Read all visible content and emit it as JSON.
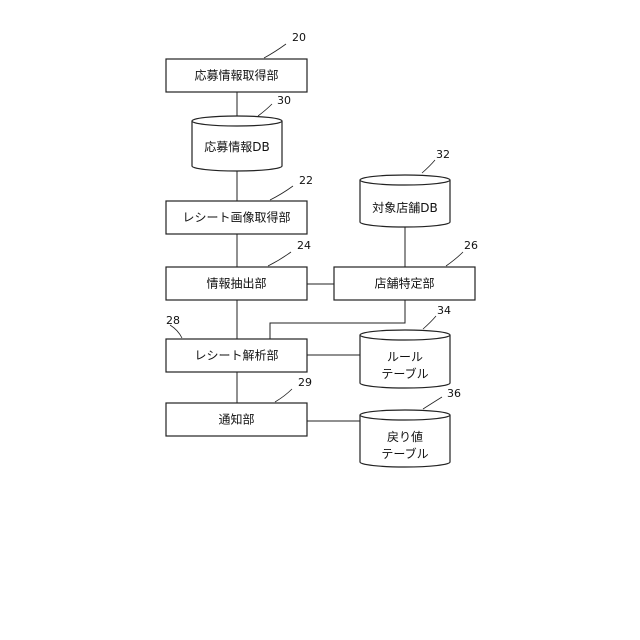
{
  "blocks": {
    "oubo_shutoku": {
      "label": "応募情報取得部",
      "ref": "20"
    },
    "receipt_gazou": {
      "label": "レシート画像取得部",
      "ref": "22"
    },
    "jouhou_chuushutsu": {
      "label": "情報抽出部",
      "ref": "24"
    },
    "tenpo_tokutei": {
      "label": "店舗特定部",
      "ref": "26"
    },
    "receipt_kaiseki": {
      "label": "レシート解析部",
      "ref": "28"
    },
    "tsuuchi": {
      "label": "通知部",
      "ref": "29"
    }
  },
  "databases": {
    "oubo_db": {
      "lines": [
        "応募情報DB"
      ],
      "ref": "30"
    },
    "taishou_tenpo_db": {
      "lines": [
        "対象店舗DB"
      ],
      "ref": "32"
    },
    "rule_table": {
      "lines": [
        "ルール",
        "テーブル"
      ],
      "ref": "34"
    },
    "modorine_table": {
      "lines": [
        "戻り値",
        "テーブル"
      ],
      "ref": "36"
    }
  },
  "colors": {
    "stroke": "#222222",
    "fill": "#ffffff",
    "text": "#111111"
  }
}
